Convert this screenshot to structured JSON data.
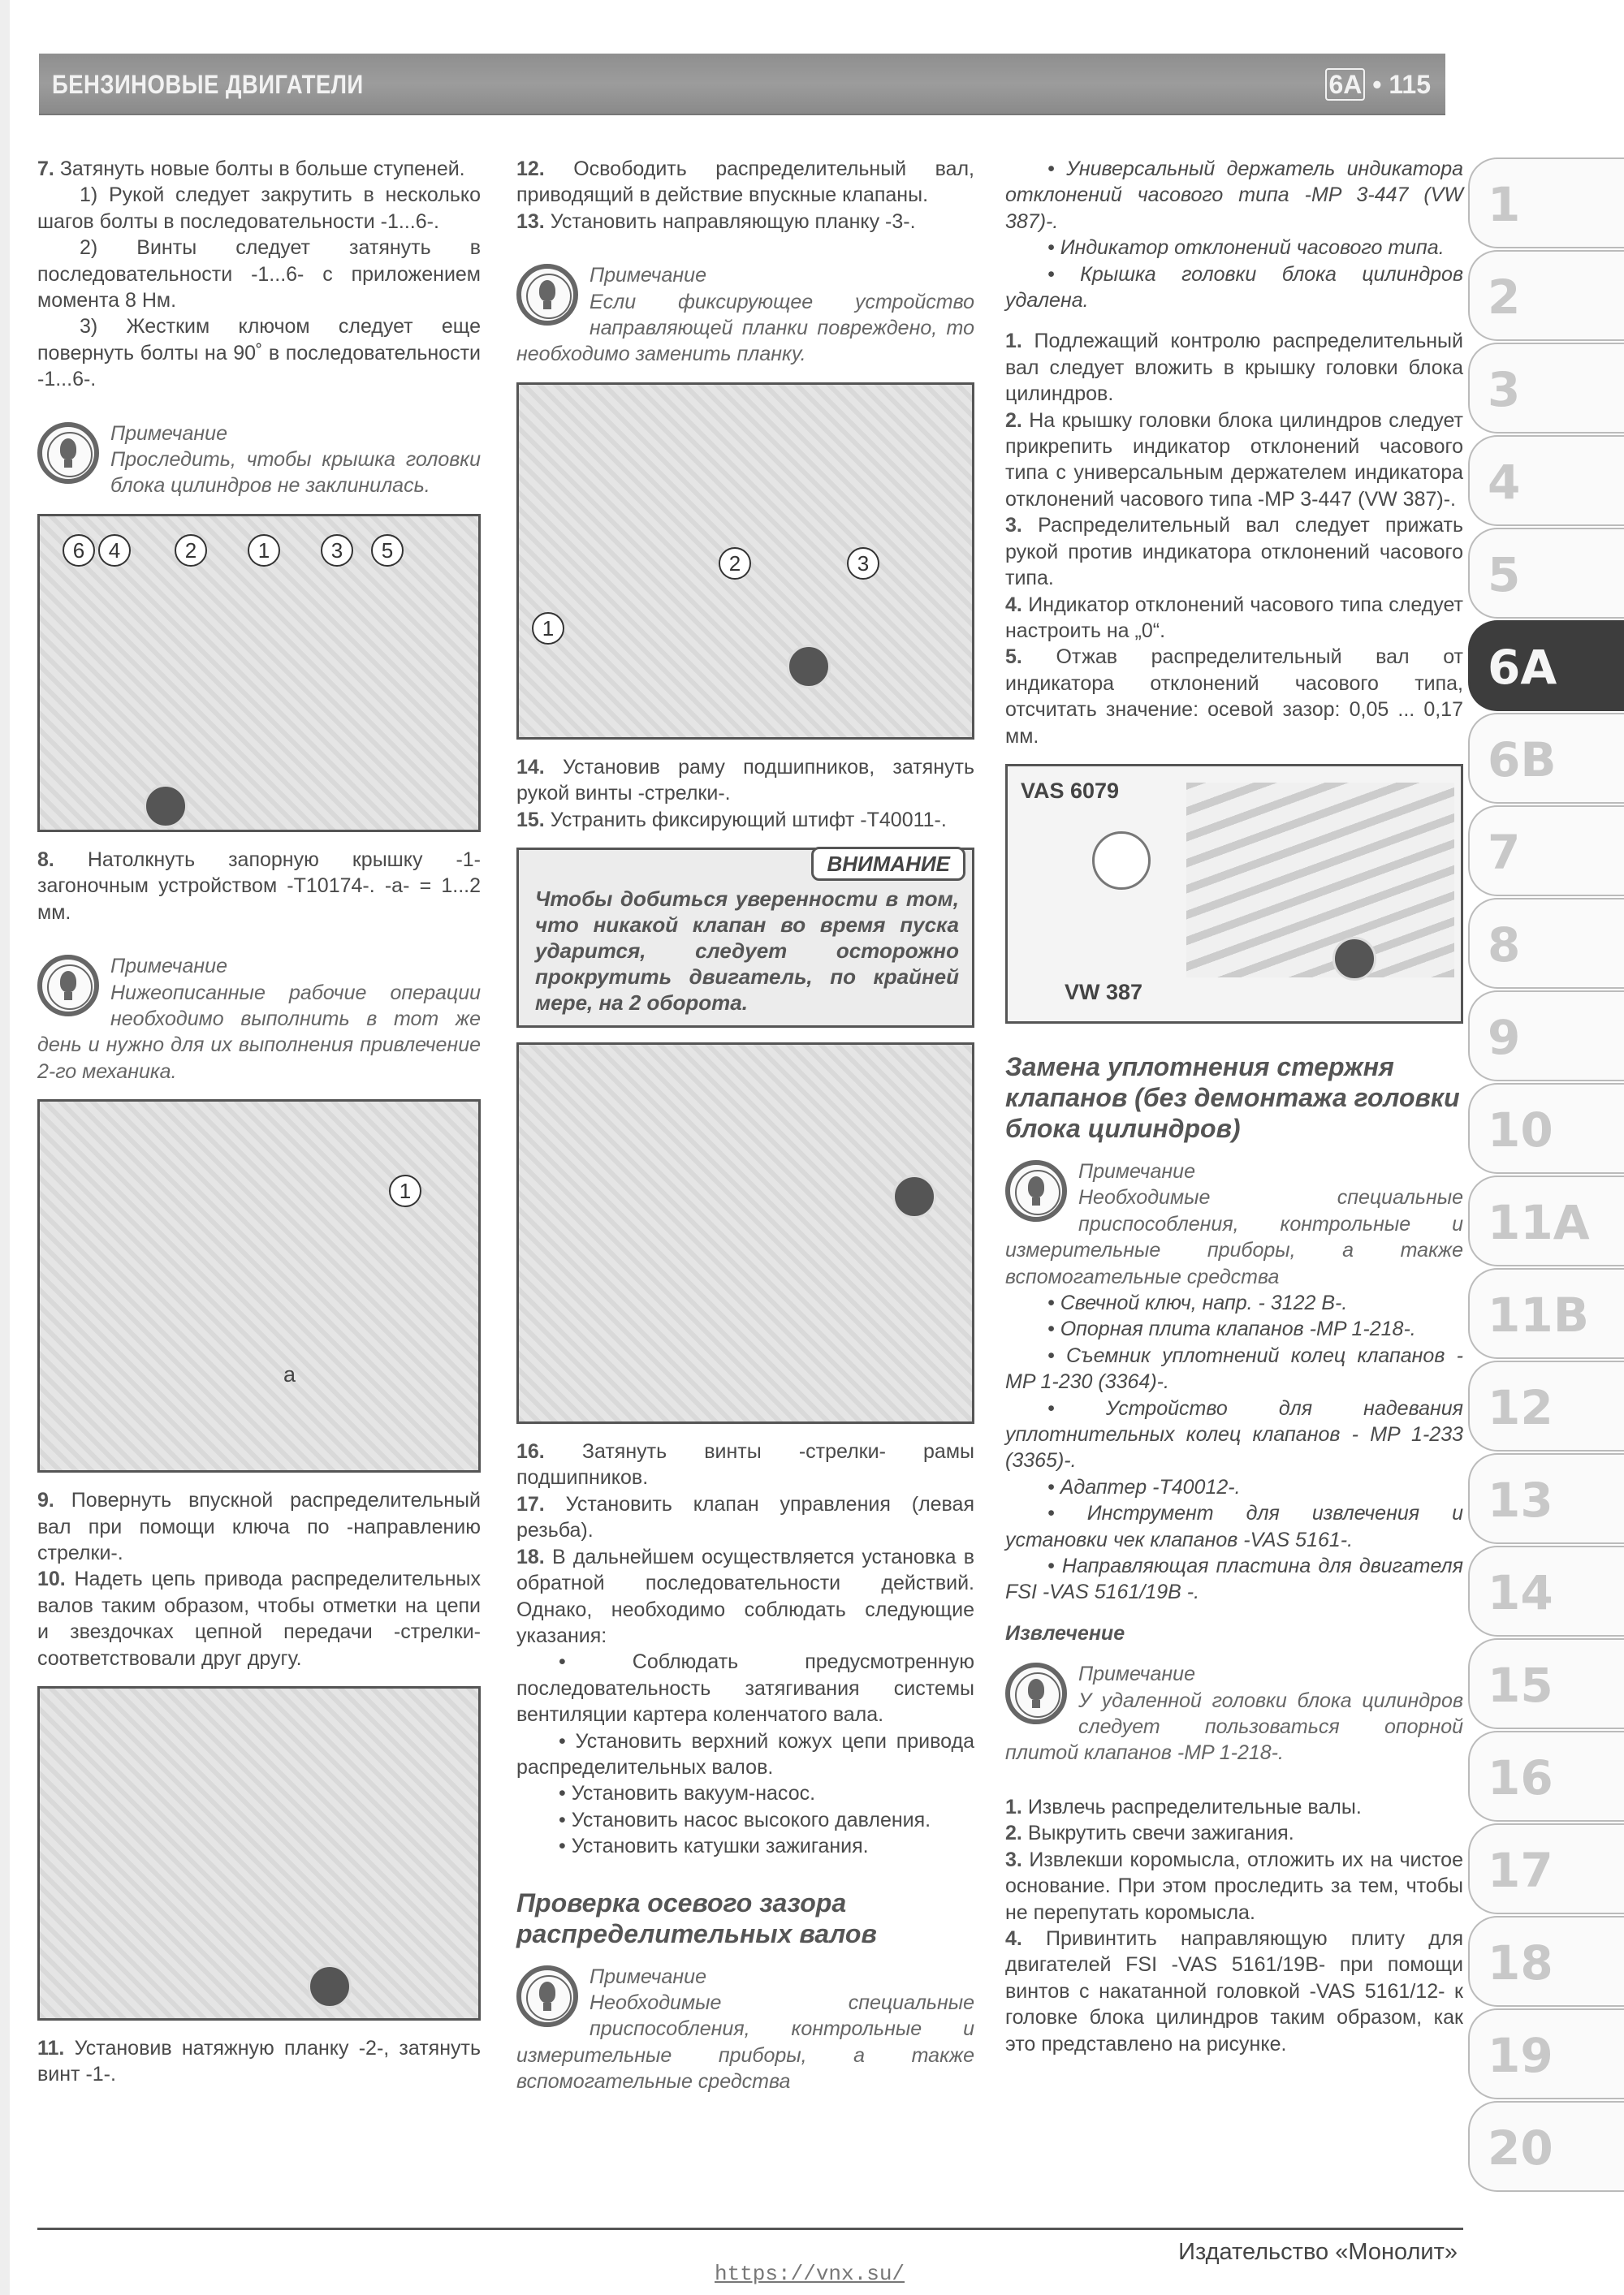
{
  "header": {
    "section_title": "БЕНЗИНОВЫЕ ДВИГАТЕЛИ",
    "chapter": "6A",
    "separator": "•",
    "page_number": "115"
  },
  "column1": {
    "step7": {
      "num": "7.",
      "text": "Затянуть новые болты в больше ступеней.",
      "sub1": "1) Рукой следует закрутить в несколько шагов болты в последовательности -1...6-.",
      "sub2": "2) Винты следует затянуть в последовательности -1...6- с приложением момента 8 Нм.",
      "sub3": "3) Жестким ключом следует еще повернуть болты на 90˚ в последовательности -1...6-."
    },
    "note1": {
      "title": "Примечание",
      "text": "Проследить, чтобы крышка головки блока цилиндров не заклинилась."
    },
    "figure1": {
      "callouts": [
        "6",
        "4",
        "2",
        "1",
        "3",
        "5"
      ]
    },
    "step8": {
      "num": "8.",
      "text": "Натолкнуть запорную крышку -1- загоночным устройством -T10174-. -a- = 1...2 мм."
    },
    "note2": {
      "title": "Примечание",
      "text": "Нижеописанные рабочие операции необходимо выполнить в тот же день и нужно для их выполнения привлечение 2-го механика."
    },
    "figure2": {
      "callouts": [
        "1"
      ],
      "label_a": "a"
    },
    "step9": {
      "num": "9.",
      "text": "Повернуть впускной распределительный вал при помощи ключа по -направлению стрелки-."
    },
    "step10": {
      "num": "10.",
      "text": "Надеть цепь привода распределительных валов таким образом, чтобы отметки на цепи и звездочках цепной передачи -стрелки- соответствовали друг другу."
    },
    "step11": {
      "num": "11.",
      "text": "Установив натяжную планку -2-, затянуть винт -1-."
    }
  },
  "column2": {
    "step12": {
      "num": "12.",
      "text": "Освободить распределительный вал, приводящий в действие впускные клапаны."
    },
    "step13": {
      "num": "13.",
      "text": "Установить направляющую планку -3-."
    },
    "note3": {
      "title": "Примечание",
      "text": "Если фиксирующее устройство направляющей планки повреждено, то необходимо заменить планку."
    },
    "figure3": {
      "callouts": [
        "1",
        "2",
        "3"
      ]
    },
    "step14": {
      "num": "14.",
      "text": "Установив раму подшипников, затянуть рукой винты -стрелки-."
    },
    "step15": {
      "num": "15.",
      "text": "Устранить фиксирующий штифт -T40011-."
    },
    "warning": {
      "tag": "ВНИМАНИЕ",
      "text": "Чтобы добиться уверенности в том, что никакой клапан во время пуска ударится, следует осторожно прокрутить двигатель, по крайней мере, на 2 оборота."
    },
    "step16": {
      "num": "16.",
      "text": "Затянуть винты -стрелки- рамы подшипников."
    },
    "step17": {
      "num": "17.",
      "text": "Установить клапан управления (левая резьба)."
    },
    "step18": {
      "num": "18.",
      "text": "В дальнейшем осуществляется установка в обратной последовательности действий. Однако, необходимо соблюдать следующие указания:"
    },
    "bullets": [
      "• Соблюдать предусмотренную последовательность затягивания системы вентиляции картера коленчатого вала.",
      "• Установить верхний кожух цепи привода распределительных валов.",
      "• Установить вакуум-насос.",
      "• Установить насос высокого давления.",
      "• Установить катушки зажигания."
    ],
    "section_title": "Проверка осевого зазора распределительных валов",
    "note4": {
      "title": "Примечание",
      "text": "Необходимые специальные приспособления, контрольные и измерительные приборы, а также вспомогательные средства"
    }
  },
  "column3": {
    "tools_bullets": [
      "• Универсальный держатель индикатора отклонений часового типа -MP 3-447 (VW 387)-.",
      "• Индикатор отклонений часового типа.",
      "• Крышка головки блока цилиндров удалена."
    ],
    "steps": [
      {
        "num": "1.",
        "text": "Подлежащий контролю распределительный вал следует вложить в крышку головки блока цилиндров."
      },
      {
        "num": "2.",
        "text": "На крышку головки блока цилиндров следует прикрепить индикатор отклонений часового типа с универсальным держателем индикатора отклонений часового типа -MP 3-447 (VW 387)-."
      },
      {
        "num": "3.",
        "text": "Распределительный вал следует прижать рукой против индикатора отклонений часового типа."
      },
      {
        "num": "4.",
        "text": "Индикатор отклонений часового типа следует настроить на „0“."
      },
      {
        "num": "5.",
        "text": "Отжав распределительный вал от индикатора отклонений часового типа, отсчитать значение: осевой зазор: 0,05 ... 0,17 мм."
      }
    ],
    "figure4": {
      "label_top": "VAS 6079",
      "label_bottom": "VW 387"
    },
    "section_title": "Замена уплотнения стержня клапанов (без демонтажа головки блока цилиндров)",
    "note5": {
      "title": "Примечание",
      "text": "Необходимые специальные приспособления, контрольные и измерительные приборы, а также вспомогательные средства"
    },
    "tools2": [
      "• Свечной ключ, напр. - 3122 B-.",
      "• Опорная плита клапанов -MP 1-218-.",
      "• Съемник уплотнений колец клапанов -MP 1-230 (3364)-.",
      "• Устройство для надевания уплотнительных колец клапанов - MP 1-233 (3365)-.",
      "• Адаптер -T40012-.",
      "• Инструмент для извлечения и установки чек клапанов -VAS 5161-.",
      "• Направляющая пластина для двигателя FSI -VAS 5161/19B -."
    ],
    "subheading": "Извлечение",
    "note6": {
      "title": "Примечание",
      "text": "У удаленной головки блока цилиндров следует пользоваться опорной плитой клапанов -MP 1-218-."
    },
    "removal_steps": [
      {
        "num": "1.",
        "text": "Извлечь распределительные валы."
      },
      {
        "num": "2.",
        "text": "Выкрутить свечи зажигания."
      },
      {
        "num": "3.",
        "text": "Извлекши коромысла, отложить их на чистое основание. При этом проследить за тем, чтобы не перепутать коромысла."
      },
      {
        "num": "4.",
        "text": "Привинтить направляющую плиту для двигателей FSI -VAS 5161/19B- при помощи винтов с накатанной головкой -VAS 5161/12- к головке блока цилиндров таким образом, как это представлено на рисунке."
      }
    ]
  },
  "chapter_tabs": [
    {
      "label": "1",
      "active": false
    },
    {
      "label": "2",
      "active": false
    },
    {
      "label": "3",
      "active": false
    },
    {
      "label": "4",
      "active": false
    },
    {
      "label": "5",
      "active": false
    },
    {
      "label": "6A",
      "active": true
    },
    {
      "label": "6B",
      "active": false
    },
    {
      "label": "7",
      "active": false
    },
    {
      "label": "8",
      "active": false
    },
    {
      "label": "9",
      "active": false
    },
    {
      "label": "10",
      "active": false
    },
    {
      "label": "11A",
      "active": false
    },
    {
      "label": "11B",
      "active": false
    },
    {
      "label": "12",
      "active": false
    },
    {
      "label": "13",
      "active": false
    },
    {
      "label": "14",
      "active": false
    },
    {
      "label": "15",
      "active": false
    },
    {
      "label": "16",
      "active": false
    },
    {
      "label": "17",
      "active": false
    },
    {
      "label": "18",
      "active": false
    },
    {
      "label": "19",
      "active": false
    },
    {
      "label": "20",
      "active": false
    }
  ],
  "footer": {
    "publisher": "Издательство «Монолит»",
    "url": "https://vnx.su/"
  },
  "colors": {
    "header_bg": "#959595",
    "active_tab": "#3d3d3d",
    "text": "#4a4a4a"
  }
}
